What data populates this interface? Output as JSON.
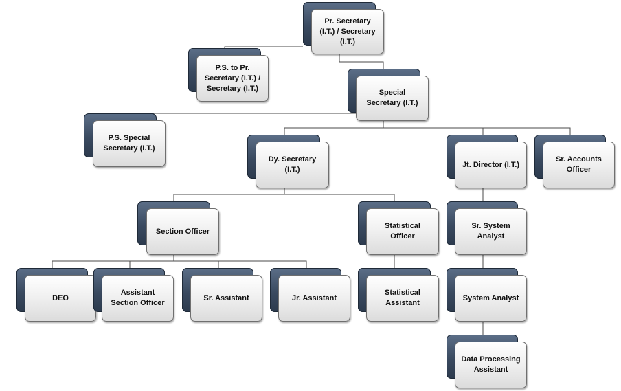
{
  "colors": {
    "connector": "#4a4a4a",
    "card_back": "#3a4a60",
    "card_front": "#eeeeee"
  },
  "nodes": [
    {
      "id": "pr-secretary",
      "label": "Pr. Secretary\n(I.T.)  / Secretary\n(I.T.)"
    },
    {
      "id": "ps-to-pr-secretary",
      "label": "P.S.  to Pr.\nSecretary (I.T.)  /\nSecretary (I.T.)"
    },
    {
      "id": "special-secretary",
      "label": "Special\nSecretary (I.T.)"
    },
    {
      "id": "ps-special-secretary",
      "label": "P.S. Special\nSecretary (I.T.)"
    },
    {
      "id": "dy-secretary",
      "label": "Dy. Secretary\n(I.T.)"
    },
    {
      "id": "jt-director",
      "label": "Jt. Director (I.T.)"
    },
    {
      "id": "sr-accounts-officer",
      "label": "Sr. Accounts\nOfficer"
    },
    {
      "id": "section-officer",
      "label": "Section Officer"
    },
    {
      "id": "statistical-officer",
      "label": "Statistical\nOfficer"
    },
    {
      "id": "sr-system-analyst",
      "label": "Sr. System\nAnalyst"
    },
    {
      "id": "deo",
      "label": "DEO"
    },
    {
      "id": "assistant-section-officer",
      "label": "Assistant\nSection Officer"
    },
    {
      "id": "sr-assistant",
      "label": "Sr. Assistant"
    },
    {
      "id": "jr-assistant",
      "label": "Jr. Assistant"
    },
    {
      "id": "statistical-assistant",
      "label": "Statistical\nAssistant"
    },
    {
      "id": "system-analyst",
      "label": "System Analyst"
    },
    {
      "id": "data-processing-assistant",
      "label": "Data Processing\nAssistant"
    }
  ],
  "edges": [
    [
      "pr-secretary",
      "ps-to-pr-secretary"
    ],
    [
      "pr-secretary",
      "special-secretary"
    ],
    [
      "special-secretary",
      "ps-special-secretary"
    ],
    [
      "special-secretary",
      "dy-secretary"
    ],
    [
      "special-secretary",
      "jt-director"
    ],
    [
      "special-secretary",
      "sr-accounts-officer"
    ],
    [
      "dy-secretary",
      "section-officer"
    ],
    [
      "dy-secretary",
      "statistical-officer"
    ],
    [
      "section-officer",
      "deo"
    ],
    [
      "section-officer",
      "assistant-section-officer"
    ],
    [
      "section-officer",
      "sr-assistant"
    ],
    [
      "section-officer",
      "jr-assistant"
    ],
    [
      "statistical-officer",
      "statistical-assistant"
    ],
    [
      "jt-director",
      "sr-system-analyst"
    ],
    [
      "sr-system-analyst",
      "system-analyst"
    ],
    [
      "system-analyst",
      "data-processing-assistant"
    ]
  ]
}
